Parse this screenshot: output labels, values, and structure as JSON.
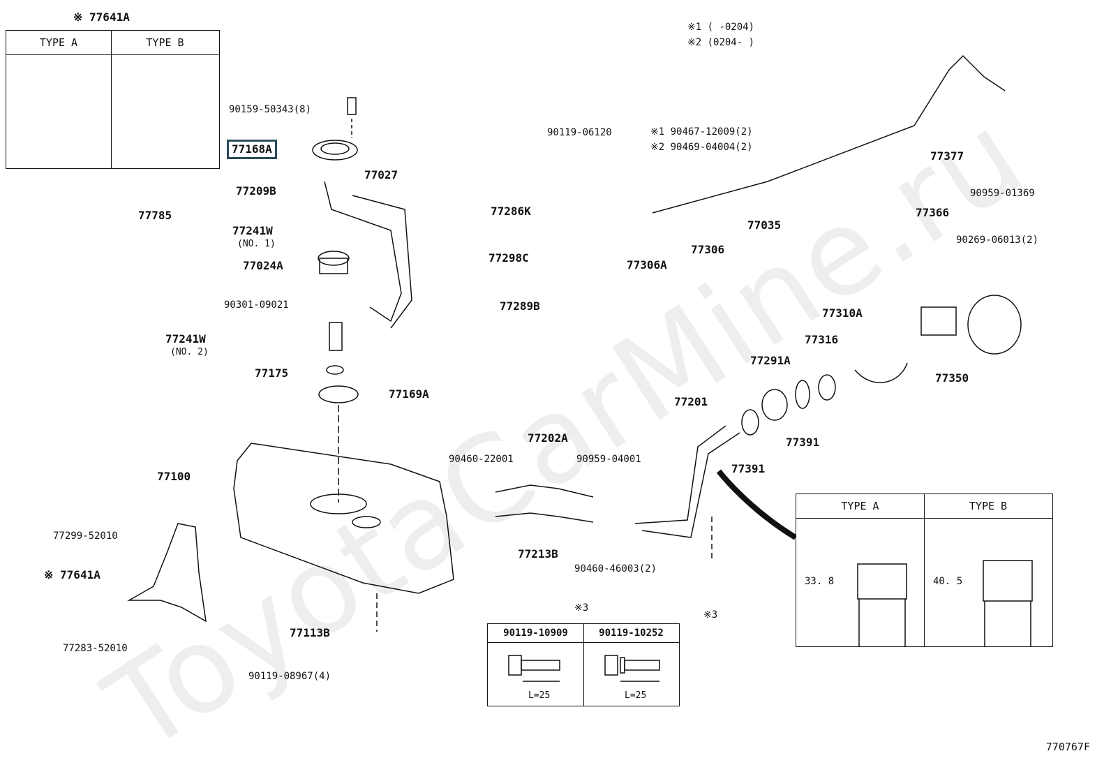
{
  "diagram": {
    "watermark": "ToyotaCarMine.ru",
    "figure_code": "770767F",
    "notes": {
      "note1": "※1 (      -0204)",
      "note2": "※2 (0204-      )"
    },
    "highlighted_part": "77168A",
    "bracket_table": {
      "title": "※ 77641A",
      "col_a": "TYPE  A",
      "col_b": "TYPE  B"
    },
    "filler_table": {
      "col_a": "TYPE  A",
      "col_b": "TYPE  B",
      "dim_a": "33. 8",
      "dim_b": "40. 5"
    },
    "bolt_table": {
      "title": "※3",
      "col_a": "90119-10909",
      "col_b": "90119-10252",
      "len_a": "L=25",
      "len_b": "L=25"
    },
    "labels": {
      "p90159": "90159-50343(8)",
      "p77168A": "77168A",
      "p77027": "77027",
      "p77209B": "77209B",
      "p77785": "77785",
      "p77286K": "77286K",
      "p77241W1": "77241W",
      "p77241W1_sub": "(NO. 1)",
      "p77024A": "77024A",
      "p77298C": "77298C",
      "p90301": "90301-09021",
      "p77289B": "77289B",
      "p77241W2": "77241W",
      "p77241W2_sub": "(NO. 2)",
      "p77175": "77175",
      "p77169A": "77169A",
      "p77100": "77100",
      "p77299": "77299-52010",
      "p77641A": "※ 77641A",
      "p77283": "77283-52010",
      "p77113B": "77113B",
      "p90119_08967": "90119-08967(4)",
      "p90460_22001": "90460-22001",
      "p77202A": "77202A",
      "p77213B": "77213B",
      "p90959_04001": "90959-04001",
      "p90460_46003": "90460-46003(2)",
      "p77201": "77201",
      "p77391a": "77391",
      "p77391b": "77391",
      "p77291A": "77291A",
      "p77316": "77316",
      "p77310A": "77310A",
      "p77350": "77350",
      "p77366": "77366",
      "p90269": "90269-06013(2)",
      "p90119_06120": "90119-06120",
      "p90467": "※1 90467-12009(2)",
      "p90469": "※2 90469-04004(2)",
      "p77035": "77035",
      "p77306": "77306",
      "p77306A": "77306A",
      "p77377": "77377",
      "p90959_01369": "90959-01369",
      "note3_bottom": "※3"
    }
  }
}
